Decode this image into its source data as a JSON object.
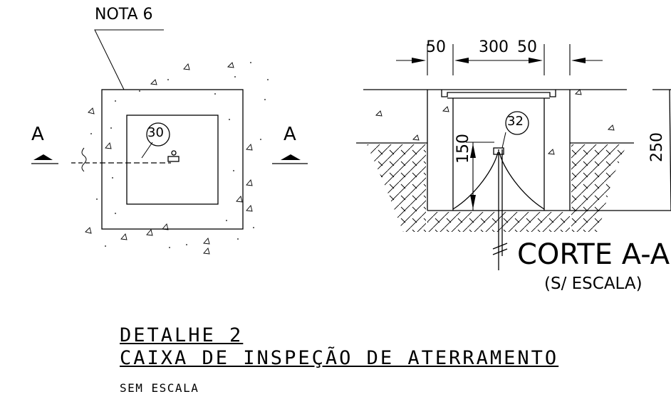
{
  "labels": {
    "note": "NOTA 6",
    "section_left": "A",
    "section_right": "A",
    "bubble_30": "30",
    "bubble_32": "32",
    "dim_left": "50",
    "dim_middle": "300",
    "dim_right": "50",
    "dim_height_rod": "150",
    "dim_height_box": "250",
    "section_title": "CORTE A-A",
    "section_scale": "(S/ ESCALA)"
  },
  "title_block": {
    "detail": "DETALHE 2",
    "description": "CAIXA DE INSPEÇÃO DE ATERRAMENTO",
    "scale": "SEM ESCALA"
  }
}
